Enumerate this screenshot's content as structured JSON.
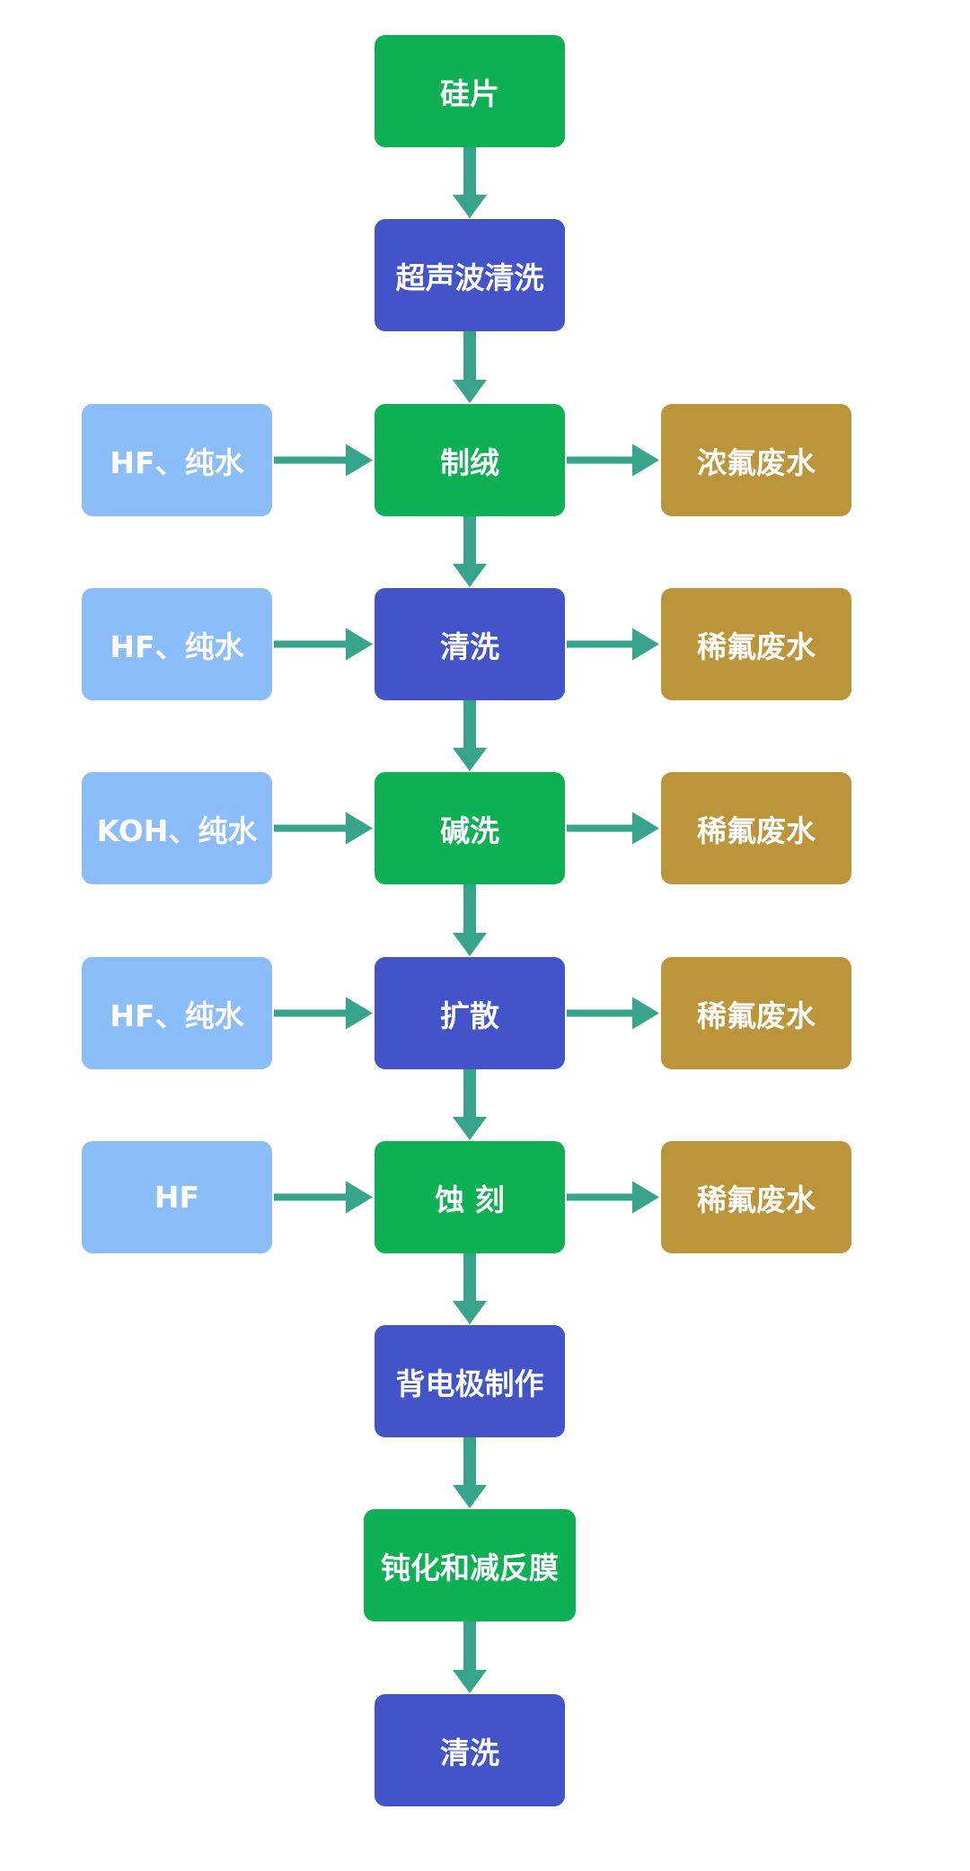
{
  "colors": {
    "process_green": "#0db154",
    "process_blue": "#4254c7",
    "input_blue": "#8bbdfa",
    "waste_gold": "#bc953a",
    "arrow": "#38a48c"
  },
  "main_flow": [
    {
      "id": "wafer",
      "label": "硅片",
      "color": "process_green"
    },
    {
      "id": "ultrasonic-cleaning",
      "label": "超声波清洗",
      "color": "process_blue"
    },
    {
      "id": "texturing",
      "label": "制绒",
      "color": "process_green"
    },
    {
      "id": "cleaning",
      "label": "清洗",
      "color": "process_blue"
    },
    {
      "id": "alkaline-wash",
      "label": "碱洗",
      "color": "process_green"
    },
    {
      "id": "diffusion",
      "label": "扩散",
      "color": "process_blue"
    },
    {
      "id": "etching",
      "label": "蚀 刻",
      "color": "process_green"
    },
    {
      "id": "back-electrode",
      "label": "背电极制作",
      "color": "process_blue"
    },
    {
      "id": "passivation-arc",
      "label": "钝化和减反膜",
      "color": "process_green"
    },
    {
      "id": "final-cleaning",
      "label": "清洗",
      "color": "process_blue"
    }
  ],
  "inputs": [
    {
      "label": "HF、纯水",
      "target": 2
    },
    {
      "label": "HF、纯水",
      "target": 3
    },
    {
      "label": "KOH、纯水",
      "target": 4
    },
    {
      "label": "HF、纯水",
      "target": 5
    },
    {
      "label": "HF",
      "target": 6
    }
  ],
  "outputs": [
    {
      "label": "浓氟废水",
      "source": 2
    },
    {
      "label": "稀氟废水",
      "source": 3
    },
    {
      "label": "稀氟废水",
      "source": 4
    },
    {
      "label": "稀氟废水",
      "source": 5
    },
    {
      "label": "稀氟废水",
      "source": 6
    }
  ]
}
